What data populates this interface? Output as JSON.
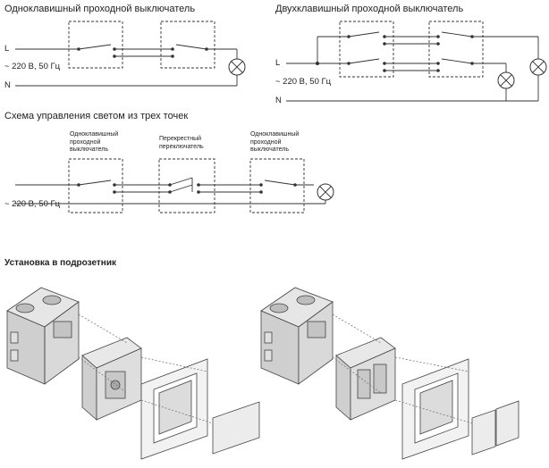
{
  "diagram1": {
    "title": "Одноклавишный проходной выключатель",
    "line_label": "L",
    "neutral_label": "N",
    "supply_label": "~ 220 В, 50 Гц"
  },
  "diagram2": {
    "title": "Двухклавишный проходной выключатель",
    "line_label": "L",
    "neutral_label": "N",
    "supply_label": "~ 220 В, 50 Гц"
  },
  "diagram3": {
    "title": "Схема управления светом из трех точек",
    "switch1_label": "Одноклавишный проходной выключатель",
    "switch2_label": "Перекрестный переключатель",
    "switch3_label": "Одноклавишный проходной выключатель",
    "supply_label": "~ 220 В, 50 Гц"
  },
  "installation": {
    "title": "Установка в подрозетник"
  }
}
